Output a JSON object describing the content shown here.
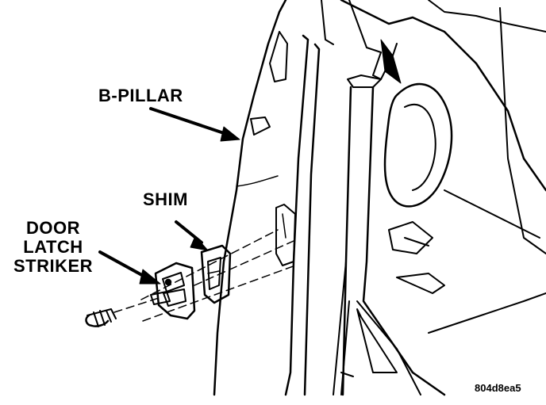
{
  "labels": {
    "b_pillar": "B-PILLAR",
    "shim": "SHIM",
    "door_latch_striker": [
      "DOOR",
      "LATCH",
      "STRIKER"
    ]
  },
  "figure_code": "804d8ea5",
  "colors": {
    "ink": "#000000",
    "paper": "#ffffff"
  }
}
